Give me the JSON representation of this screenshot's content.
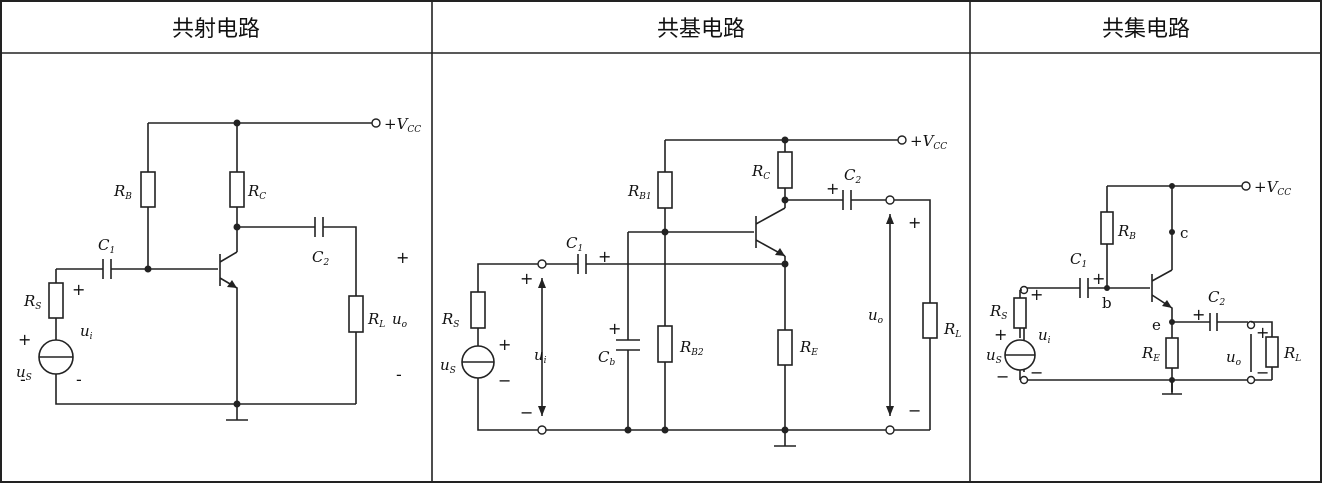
{
  "table": {
    "headers": [
      "共射电路",
      "共基电路",
      "共集电路"
    ]
  },
  "ce": {
    "vcc": {
      "main": "+V",
      "sub": "CC"
    },
    "rb": {
      "main": "R",
      "sub": "B"
    },
    "rc": {
      "main": "R",
      "sub": "C"
    },
    "c1": {
      "main": "C",
      "sub": "1"
    },
    "c2": {
      "main": "C",
      "sub": "2"
    },
    "rs": {
      "main": "R",
      "sub": "S"
    },
    "rl": {
      "main": "R",
      "sub": "L"
    },
    "ui": {
      "main": "u",
      "sub": "i"
    },
    "uo": {
      "main": "u",
      "sub": "o"
    },
    "us": {
      "main": "u",
      "sub": "S"
    },
    "plus": "+",
    "minus": "-"
  },
  "cb": {
    "vcc": {
      "main": "+V",
      "sub": "CC"
    },
    "rb1": {
      "main": "R",
      "sub": "B1"
    },
    "rb2": {
      "main": "R",
      "sub": "B2"
    },
    "rc": {
      "main": "R",
      "sub": "C"
    },
    "re": {
      "main": "R",
      "sub": "E"
    },
    "c1": {
      "main": "C",
      "sub": "1"
    },
    "c2": {
      "main": "C",
      "sub": "2"
    },
    "cb": {
      "main": "C",
      "sub": "b"
    },
    "rs": {
      "main": "R",
      "sub": "S"
    },
    "rl": {
      "main": "R",
      "sub": "L"
    },
    "ui": {
      "main": "u",
      "sub": "i"
    },
    "uo": {
      "main": "u",
      "sub": "o"
    },
    "us": {
      "main": "u",
      "sub": "S"
    },
    "plus": "+",
    "minus": "−"
  },
  "cc": {
    "vcc": {
      "main": "+V",
      "sub": "CC"
    },
    "rb": {
      "main": "R",
      "sub": "B"
    },
    "re": {
      "main": "R",
      "sub": "E"
    },
    "c1": {
      "main": "C",
      "sub": "1"
    },
    "c2": {
      "main": "C",
      "sub": "2"
    },
    "rs": {
      "main": "R",
      "sub": "S"
    },
    "rl": {
      "main": "R",
      "sub": "L"
    },
    "ui": {
      "main": "u",
      "sub": "i"
    },
    "uo": {
      "main": "u",
      "sub": "o"
    },
    "us": {
      "main": "u",
      "sub": "S"
    },
    "node_b": "b",
    "node_c": "c",
    "node_e": "e",
    "plus": "+",
    "minus": "−"
  }
}
